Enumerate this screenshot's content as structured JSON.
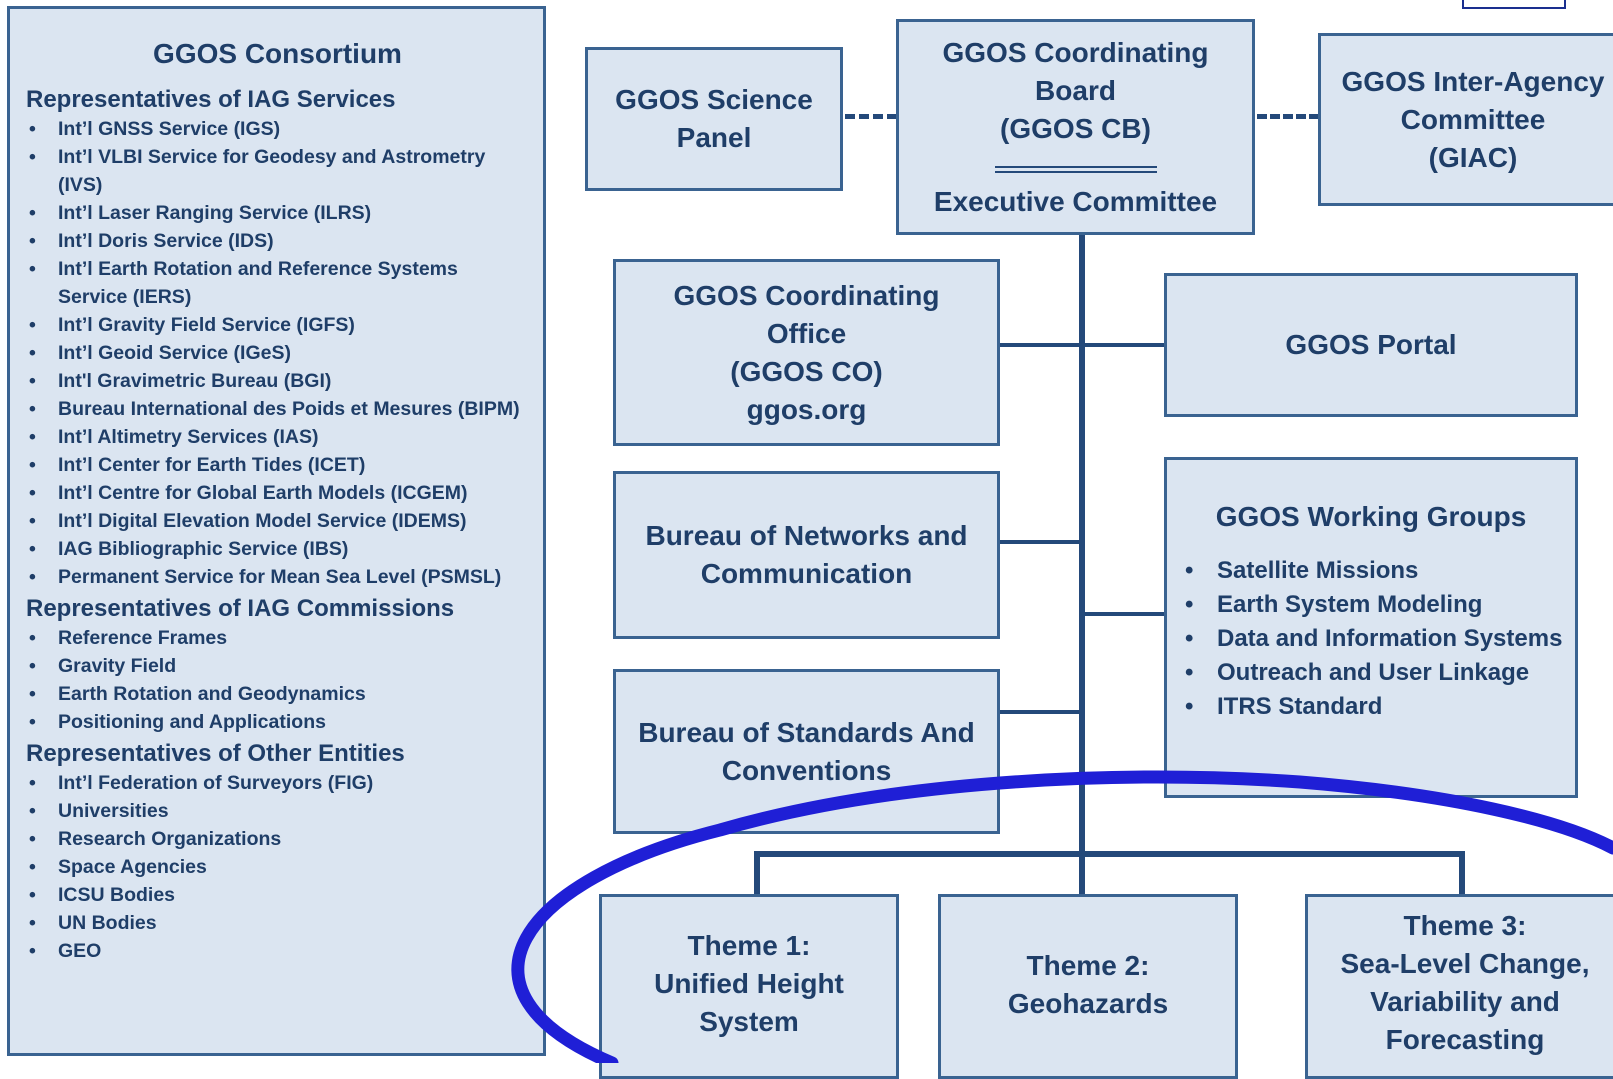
{
  "consortium": {
    "title": "GGOS Consortium",
    "sections": [
      {
        "heading": "Representatives of IAG Services",
        "items": [
          "Int’l GNSS Service (IGS)",
          "Int’l VLBI Service for Geodesy and Astrometry (IVS)",
          "Int’l Laser Ranging Service (ILRS)",
          "Int’l Doris Service (IDS)",
          "Int’l Earth Rotation and Reference Systems Service (IERS)",
          "Int’l Gravity Field Service (IGFS)",
          "Int’l Geoid Service (IGeS)",
          "Int'l Gravimetric Bureau (BGI)",
          "Bureau International des Poids et Mesures (BIPM)",
          "Int’l Altimetry Services (IAS)",
          "Int’l Center for Earth Tides (ICET)",
          "Int’l Centre for Global Earth Models (ICGEM)",
          "Int’l Digital Elevation Model Service (IDEMS)",
          "IAG Bibliographic Service (IBS)",
          "Permanent Service for Mean Sea Level (PSMSL)"
        ]
      },
      {
        "heading": "Representatives of IAG Commissions",
        "items": [
          "Reference Frames",
          "Gravity Field",
          "Earth Rotation and Geodynamics",
          "Positioning and Applications"
        ]
      },
      {
        "heading": "Representatives of Other Entities",
        "items": [
          "Int’l Federation of Surveyors (FIG)",
          "Universities",
          "Research Organizations",
          "Space Agencies",
          "ICSU Bodies",
          "UN Bodies",
          "GEO"
        ]
      }
    ]
  },
  "science_panel": {
    "lines": [
      "GGOS Science",
      "Panel"
    ]
  },
  "coordinating_board": {
    "lines": [
      "GGOS Coordinating",
      "Board",
      "(GGOS CB)"
    ],
    "executive": "Executive Committee"
  },
  "giac": {
    "lines": [
      "GGOS Inter-Agency",
      "Committee",
      "(GIAC)"
    ]
  },
  "coordinating_office": {
    "lines": [
      "GGOS Coordinating",
      "Office",
      "(GGOS CO)",
      "ggos.org"
    ]
  },
  "portal": {
    "lines": [
      "GGOS Portal"
    ]
  },
  "bureau_networks": {
    "lines": [
      "Bureau of Networks and",
      "Communication"
    ]
  },
  "bureau_standards": {
    "lines": [
      "Bureau of Standards And",
      "Conventions"
    ]
  },
  "working_groups": {
    "title": "GGOS Working Groups",
    "items": [
      "Satellite Missions",
      "Earth System Modeling",
      "Data and Information Systems",
      "Outreach and User Linkage",
      "ITRS Standard"
    ]
  },
  "themes": [
    {
      "lines": [
        "Theme 1:",
        "Unified Height",
        "System"
      ]
    },
    {
      "lines": [
        "Theme 2:",
        "Geohazards"
      ]
    },
    {
      "lines": [
        "Theme 3:",
        "Sea-Level Change,",
        "Variability and",
        "Forecasting"
      ]
    }
  ],
  "colors": {
    "box_fill": "#dbe5f1",
    "box_border": "#3a6391",
    "text": "#1f3e68",
    "connector": "#24497a",
    "highlight_oval": "#1f1fd6"
  }
}
